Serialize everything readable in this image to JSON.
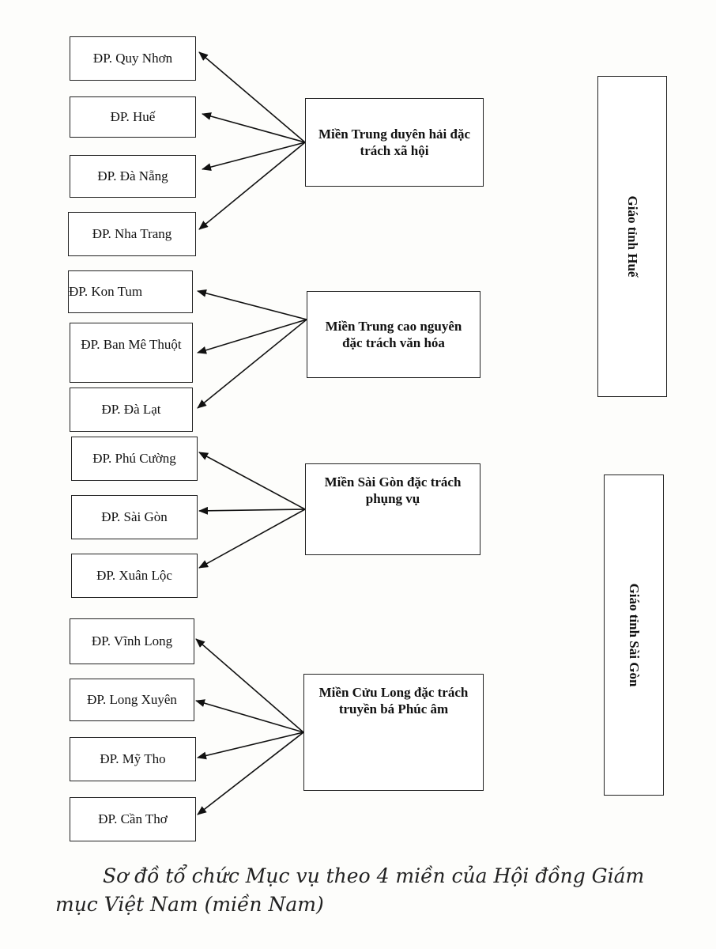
{
  "provinces": [
    {
      "label": "Giáo tỉnh Huế"
    },
    {
      "label": "Giáo tỉnh Sài Gòn"
    }
  ],
  "regions": [
    {
      "label": "Miền Trung duyên hải đặc trách xã hội"
    },
    {
      "label": "Miền Trung cao nguyên đặc trách văn hóa"
    },
    {
      "label": "Miền Sài Gòn đặc trách phụng vụ"
    },
    {
      "label": "Miền Cửu Long đặc trách truyền bá Phúc âm"
    }
  ],
  "dioceses": [
    {
      "label": "ĐP. Quy Nhơn"
    },
    {
      "label": "ĐP. Huế"
    },
    {
      "label": "ĐP. Đà Nẵng"
    },
    {
      "label": "ĐP. Nha Trang"
    },
    {
      "label": "ĐP. Kon Tum"
    },
    {
      "label": "ĐP. Ban Mê Thuột"
    },
    {
      "label": "ĐP. Đà Lạt"
    },
    {
      "label": "ĐP. Phú Cường"
    },
    {
      "label": "ĐP. Sài Gòn"
    },
    {
      "label": "ĐP. Xuân Lộc"
    },
    {
      "label": "ĐP. Vĩnh Long"
    },
    {
      "label": "ĐP. Long Xuyên"
    },
    {
      "label": "ĐP. Mỹ Tho"
    },
    {
      "label": "ĐP. Cần Thơ"
    }
  ],
  "links": [
    {
      "from": 0,
      "to": 0
    },
    {
      "from": 0,
      "to": 1
    },
    {
      "from": 0,
      "to": 2
    },
    {
      "from": 0,
      "to": 3
    },
    {
      "from": 1,
      "to": 4
    },
    {
      "from": 1,
      "to": 5
    },
    {
      "from": 1,
      "to": 6
    },
    {
      "from": 2,
      "to": 7
    },
    {
      "from": 2,
      "to": 8
    },
    {
      "from": 2,
      "to": 9
    },
    {
      "from": 3,
      "to": 10
    },
    {
      "from": 3,
      "to": 11
    },
    {
      "from": 3,
      "to": 12
    },
    {
      "from": 3,
      "to": 13
    }
  ],
  "caption": "Sơ đồ tổ chức Mục vụ theo 4 miền của Hội đồng Giám mục Việt Nam (miền Nam)"
}
